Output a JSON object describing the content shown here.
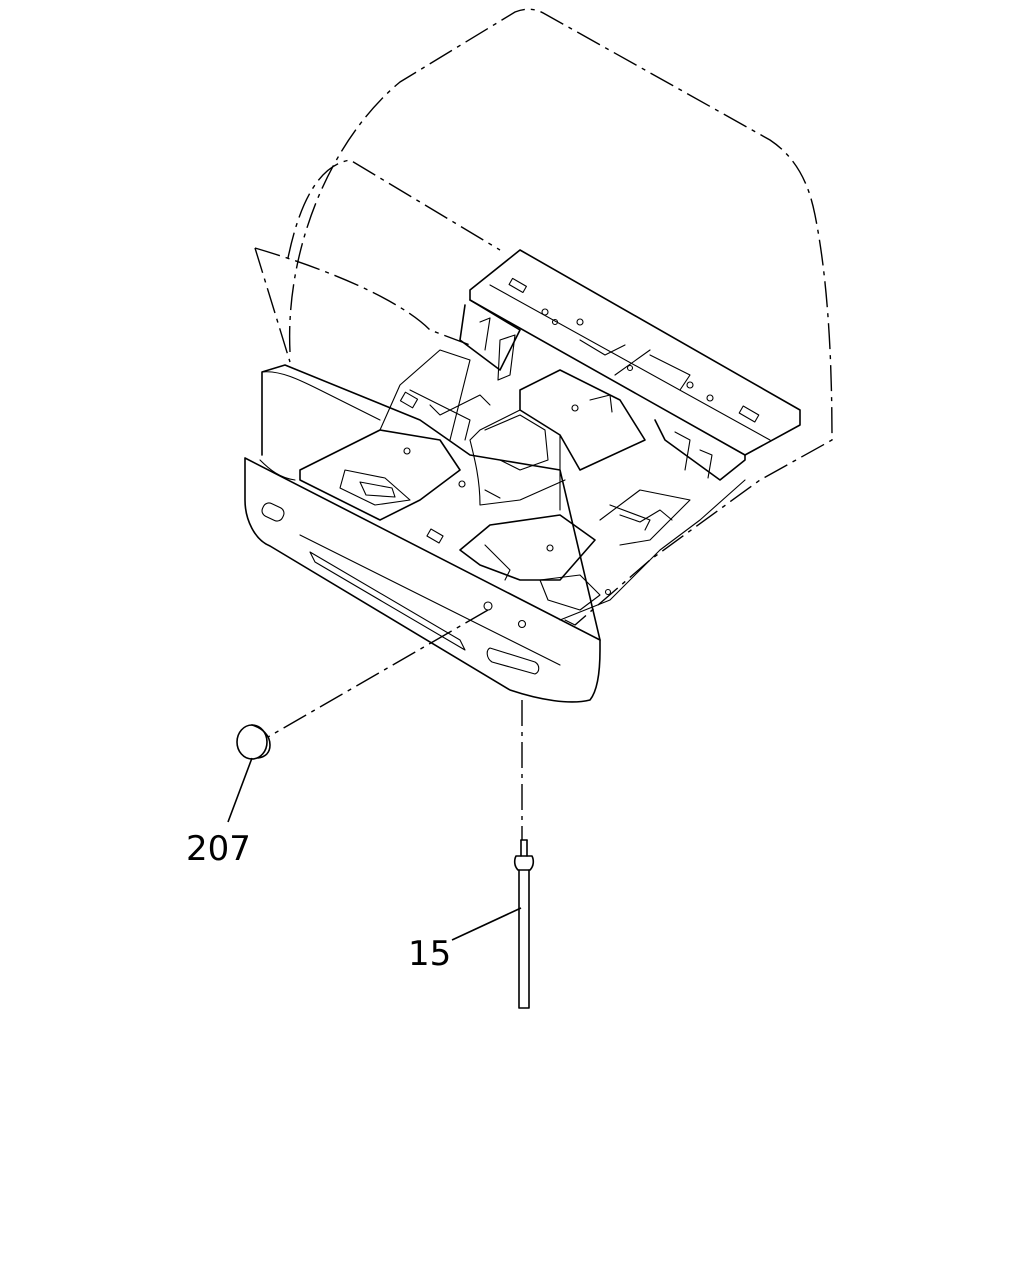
{
  "diagram": {
    "callouts": [
      {
        "id": "clip-plug",
        "text": "207"
      },
      {
        "id": "rod",
        "text": "15"
      }
    ],
    "colors": {
      "line": "#000000",
      "background": "#ffffff"
    }
  }
}
